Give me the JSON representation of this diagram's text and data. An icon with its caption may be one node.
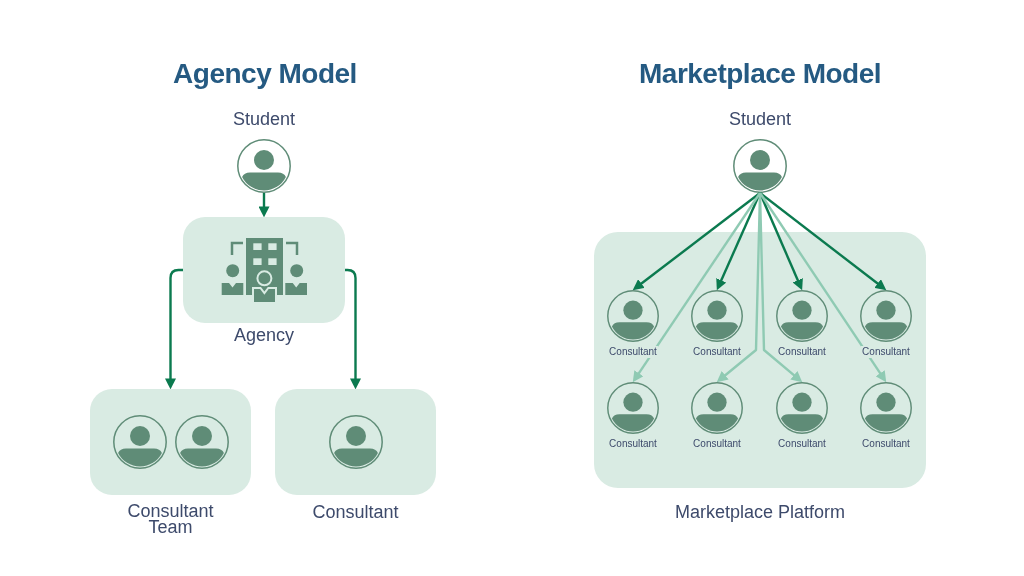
{
  "diagram": {
    "nodes": [
      {
        "text": [
          "Student"
        ]
      },
      {
        "text": [
          "Agency"
        ]
      },
      {
        "text": [
          "Consultant Team"
        ]
      },
      {
        "text": [
          "Consultant"
        ]
      },
      {
        "text": [
          "Student"
        ]
      },
      {
        "text": [
          "Marketplace Platform"
        ]
      },
      {
        "text": [
          "Consultant"
        ],
        "in": 5
      },
      {
        "text": [
          "Consultant"
        ],
        "in": 5
      },
      {
        "text": [
          "Consultant"
        ],
        "in": 5
      },
      {
        "text": [
          "Consultant"
        ],
        "in": 5
      },
      {
        "text": [
          "Consultant"
        ],
        "in": 5
      },
      {
        "text": [
          "Consultant"
        ],
        "in": 5
      },
      {
        "text": [
          "Consultant"
        ],
        "in": 5
      },
      {
        "text": [
          "Consultant"
        ],
        "in": 5
      }
    ],
    "edges": [
      {
        "from": 0,
        "to": 1,
        "arrow": "to"
      },
      {
        "from": 1,
        "to": 2,
        "arrow": "to"
      },
      {
        "from": 1,
        "to": 3,
        "arrow": "to"
      },
      {
        "from": 4,
        "to": 6,
        "arrow": "to"
      },
      {
        "from": 4,
        "to": 7,
        "arrow": "to"
      },
      {
        "from": 4,
        "to": 8,
        "arrow": "to"
      },
      {
        "from": 4,
        "to": 9,
        "arrow": "to"
      },
      {
        "from": 4,
        "to": 10,
        "arrow": "to",
        "color": "#8fcab3"
      },
      {
        "from": 4,
        "to": 11,
        "arrow": "to",
        "color": "#8fcab3"
      },
      {
        "from": 4,
        "to": 12,
        "arrow": "to",
        "color": "#8fcab3"
      },
      {
        "from": 4,
        "to": 13,
        "arrow": "to",
        "color": "#8fcab3"
      }
    ],
    "labels": [
      "Agency Model",
      "Marketplace Model"
    ]
  }
}
